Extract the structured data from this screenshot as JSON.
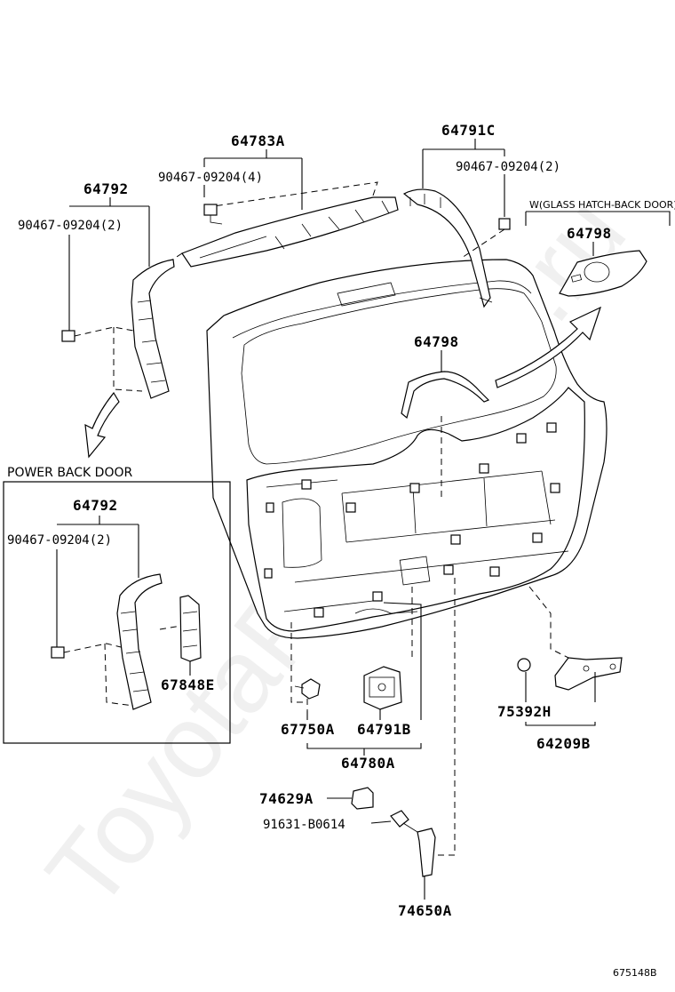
{
  "watermark": "ToyotaPartMiner.ru",
  "figure_code": "675148B",
  "inset": {
    "title": "POWER BACK DOOR"
  },
  "labels": {
    "l_64783A": "64783A",
    "l_90467_top4": "90467-09204(4)",
    "l_64791C": "64791C",
    "l_90467_topright2": "90467-09204(2)",
    "l_glass_hatch": "W(GLASS HATCH-BACK DOOR)",
    "l_64798_right": "64798",
    "l_64792_top": "64792",
    "l_90467_left2": "90467-09204(2)",
    "l_64798_center": "64798",
    "l_64792_inset": "64792",
    "l_90467_inset2": "90467-09204(2)",
    "l_67848E": "67848E",
    "l_75392H": "75392H",
    "l_64209B": "64209B",
    "l_67750A": "67750A",
    "l_64791B": "64791B",
    "l_64780A": "64780A",
    "l_74629A": "74629A",
    "l_91631": "91631-B0614",
    "l_74650A": "74650A"
  }
}
